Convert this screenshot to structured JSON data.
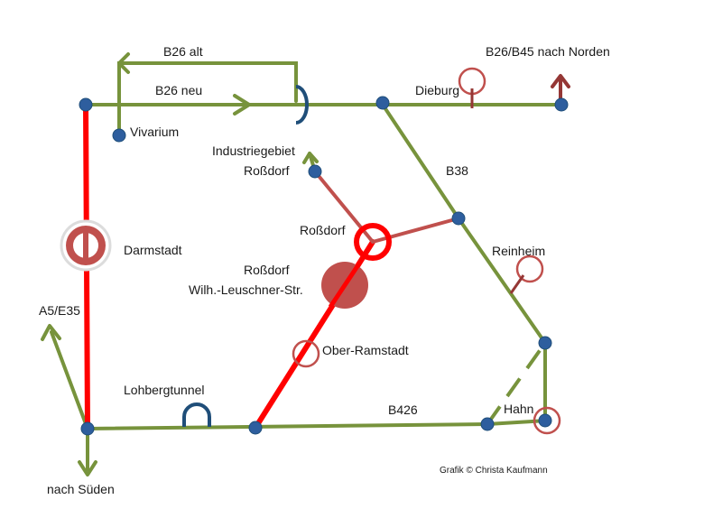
{
  "colors": {
    "road_green": "#77933C",
    "road_red": "#FF0000",
    "road_darkred": "#C0504D",
    "arrow_darkred": "#953735",
    "node_blue": "#2E5E9E",
    "node_stroke": "#1F4E79",
    "tunnel_blue": "#1F4E79",
    "marker_red": "#C0504D"
  },
  "labels": {
    "b26_alt": "B26 alt",
    "b26_neu": "B26 neu",
    "b26_b45": "B26/B45 nach Norden",
    "dieburg": "Dieburg",
    "vivarium": "Vivarium",
    "industriegebiet": "Industriegebiet",
    "rossdorf_ind": "Roßdorf",
    "b38": "B38",
    "rossdorf": "Roßdorf",
    "darmstadt": "Darmstadt",
    "reinheim": "Reinheim",
    "rossdorf_wl1": "Roßdorf",
    "rossdorf_wl2": "Wilh.-Leuschner-Str.",
    "a5": "A5/E35",
    "ober_ramstadt": "Ober-Ramstadt",
    "lohbergtunnel": "Lohbergtunnel",
    "b426": "B426",
    "hahn": "Hahn",
    "nach_sueden": "nach Süden",
    "credit": "Grafik © Christa Kaufmann"
  },
  "icons": {
    "node": "node-dot-icon",
    "tunnel": "tunnel-arch-icon",
    "bridge": "bridge-bracket-icon",
    "closure": "road-closure-icon",
    "roundabout": "roundabout-icon"
  }
}
